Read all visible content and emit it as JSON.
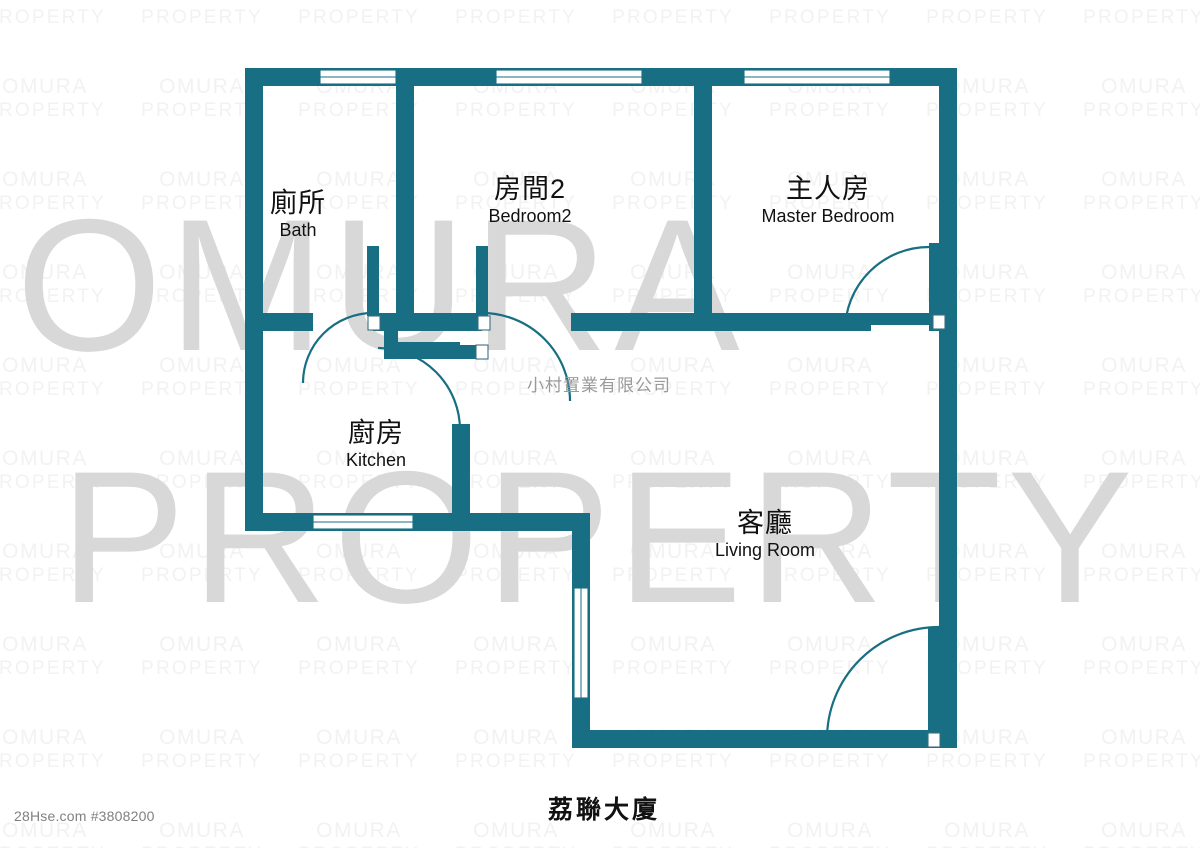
{
  "document": {
    "type": "floor-plan",
    "building_name": "荔聯大廈",
    "listing_id": "28Hse.com #3808200",
    "company_watermark": "小村置業有限公司",
    "watermark_text_line1": "OMURA",
    "watermark_text_line2": "PROPERTY",
    "colors": {
      "wall": "#186E82",
      "wall_dark": "#15637410",
      "background": "#FFFFFF",
      "watermark_tile": "#F2F2F2",
      "watermark_big": "#D8D8D8",
      "label_text": "#111111",
      "footer_text": "#808080",
      "company_text": "#9A9A9A"
    }
  },
  "rooms": [
    {
      "id": "bath",
      "zh": "廁所",
      "en": "Bath"
    },
    {
      "id": "bedroom2",
      "zh": "房間2",
      "en": "Bedroom2"
    },
    {
      "id": "master_bedroom",
      "zh": "主人房",
      "en": "Master Bedroom"
    },
    {
      "id": "kitchen",
      "zh": "廚房",
      "en": "Kitchen"
    },
    {
      "id": "living_room",
      "zh": "客廳",
      "en": "Living Room"
    }
  ],
  "features": {
    "windows": 6,
    "doors": 4,
    "door_swings": [
      "bath",
      "bedroom2",
      "master_bedroom",
      "kitchen",
      "entrance"
    ]
  }
}
